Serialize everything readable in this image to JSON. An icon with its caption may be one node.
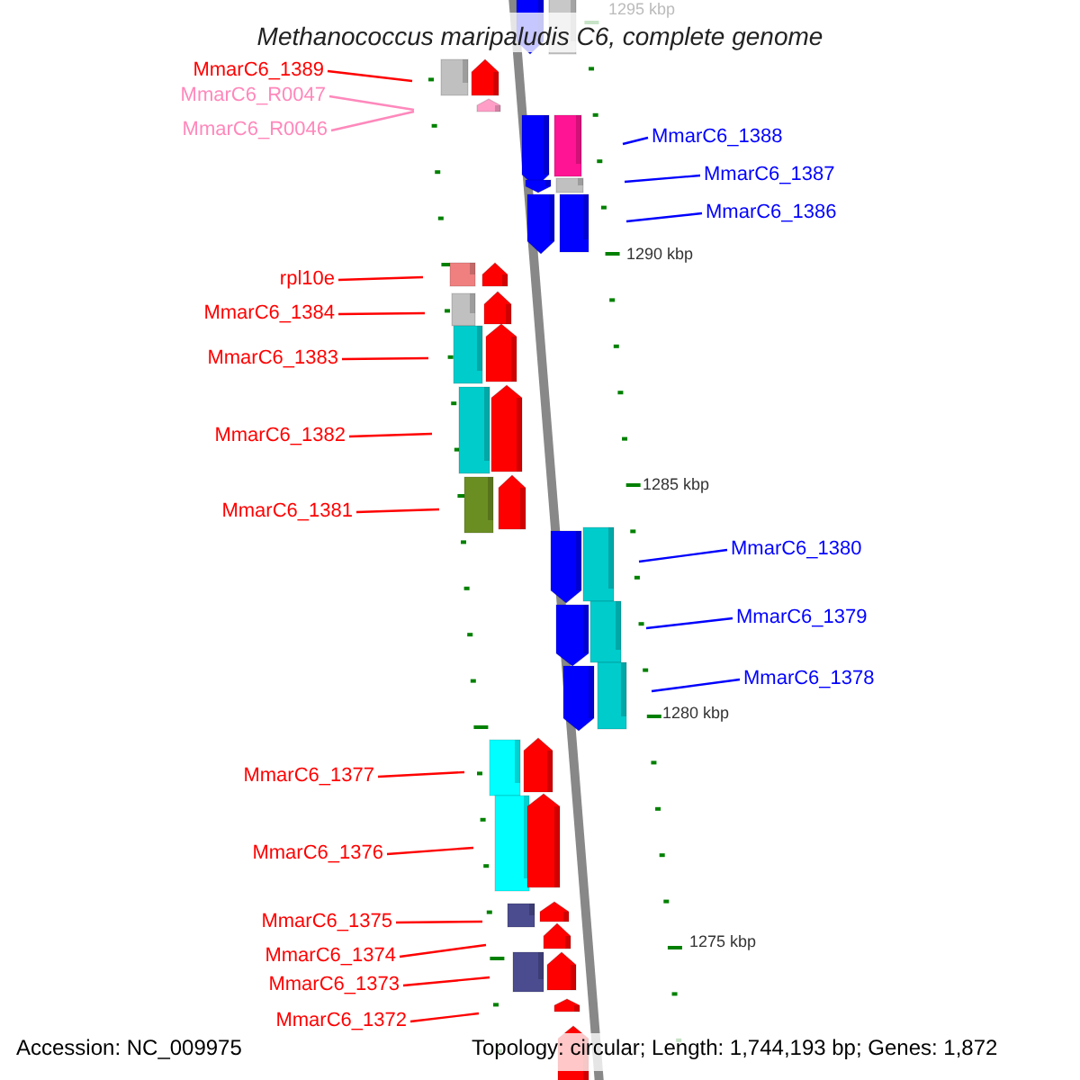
{
  "diagram": {
    "title": "Methanococcus maripaludis C6, complete genome",
    "nodes": [
      {
        "text": [
          "MmarC6_1389"
        ]
      },
      {
        "text": [
          "MmarC6_R0047"
        ]
      },
      {
        "text": [
          "MmarC6_R0046"
        ]
      },
      {
        "text": [
          "MmarC6_1388"
        ]
      },
      {
        "text": [
          "MmarC6_1387"
        ]
      },
      {
        "text": [
          "MmarC6_1386"
        ]
      },
      {
        "text": [
          "rpl10e"
        ]
      },
      {
        "text": [
          "MmarC6_1384"
        ]
      },
      {
        "text": [
          "MmarC6_1383"
        ]
      },
      {
        "text": [
          "MmarC6_1382"
        ]
      },
      {
        "text": [
          "MmarC6_1381"
        ]
      },
      {
        "text": [
          "MmarC6_1380"
        ]
      },
      {
        "text": [
          "MmarC6_1379"
        ]
      },
      {
        "text": [
          "MmarC6_1378"
        ]
      },
      {
        "text": [
          "MmarC6_1377"
        ]
      },
      {
        "text": [
          "MmarC6_1376"
        ]
      },
      {
        "text": [
          "MmarC6_1375"
        ]
      },
      {
        "text": [
          "MmarC6_1374"
        ]
      },
      {
        "text": [
          "MmarC6_1373"
        ]
      },
      {
        "text": [
          "MmarC6_1372"
        ]
      }
    ],
    "edges": [
      {
        "from": 0,
        "to": null,
        "arrow": "none"
      },
      {
        "from": 1,
        "to": null,
        "arrow": "none",
        "color": "#ff88bb"
      },
      {
        "from": 2,
        "to": null,
        "arrow": "none",
        "color": "#ff88bb"
      },
      {
        "from": 3,
        "to": null,
        "arrow": "none",
        "color": "#0000ff"
      },
      {
        "from": 4,
        "to": null,
        "arrow": "none",
        "color": "#0000ff"
      },
      {
        "from": 5,
        "to": null,
        "arrow": "none",
        "color": "#0000ff"
      },
      {
        "from": 6,
        "to": null,
        "arrow": "none"
      },
      {
        "from": 7,
        "to": null,
        "arrow": "none"
      },
      {
        "from": 8,
        "to": null,
        "arrow": "none"
      },
      {
        "from": 9,
        "to": null,
        "arrow": "none"
      },
      {
        "from": 10,
        "to": null,
        "arrow": "none"
      },
      {
        "from": 11,
        "to": null,
        "arrow": "none",
        "color": "#0000ff"
      },
      {
        "from": 12,
        "to": null,
        "arrow": "none",
        "color": "#0000ff"
      },
      {
        "from": 13,
        "to": null,
        "arrow": "none",
        "color": "#0000ff"
      },
      {
        "from": 14,
        "to": null,
        "arrow": "none"
      },
      {
        "from": 15,
        "to": null,
        "arrow": "none"
      },
      {
        "from": 16,
        "to": null,
        "arrow": "none"
      },
      {
        "from": 17,
        "to": null,
        "arrow": "none"
      },
      {
        "from": 18,
        "to": null,
        "arrow": "none"
      },
      {
        "from": 19,
        "to": null,
        "arrow": "none"
      }
    ],
    "labels": [
      "1295 kbp",
      "1290 kbp",
      "1285 kbp",
      "1280 kbp",
      "1275 kbp",
      "Accession: NC_009975",
      "Topology: circular; Length: 1,744,193 bp; Genes: 1,872"
    ]
  }
}
